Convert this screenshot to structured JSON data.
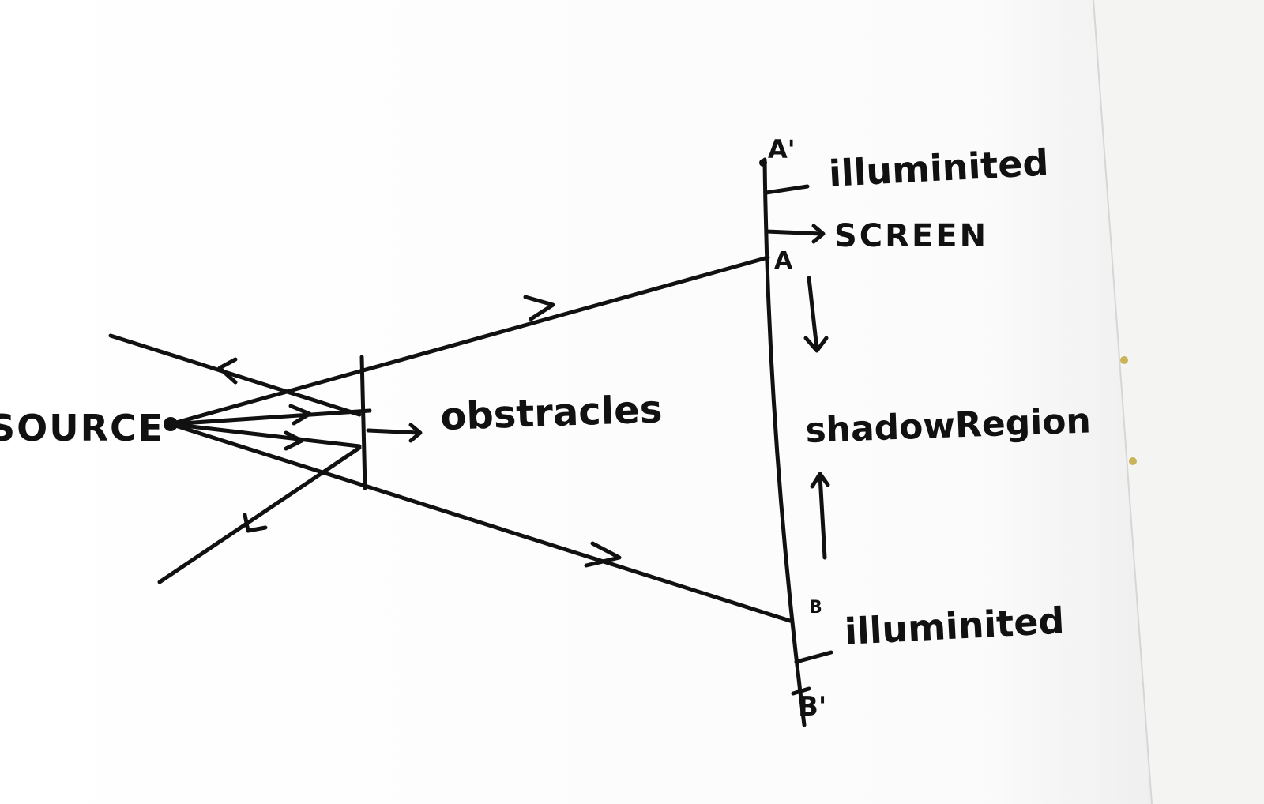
{
  "diagram": {
    "labels": {
      "source": "SOURCE",
      "obstacle": "obstracles",
      "screen": "SCREEN",
      "shadow": "shadowRegion",
      "illuminated_top": "illuminited",
      "illuminated_bottom": "illuminited",
      "point_a": "A",
      "point_a_prime": "A'",
      "point_b": "B",
      "point_b_prime": "B'"
    },
    "ink_color": "#111111",
    "paper_color": "#ffffff"
  }
}
